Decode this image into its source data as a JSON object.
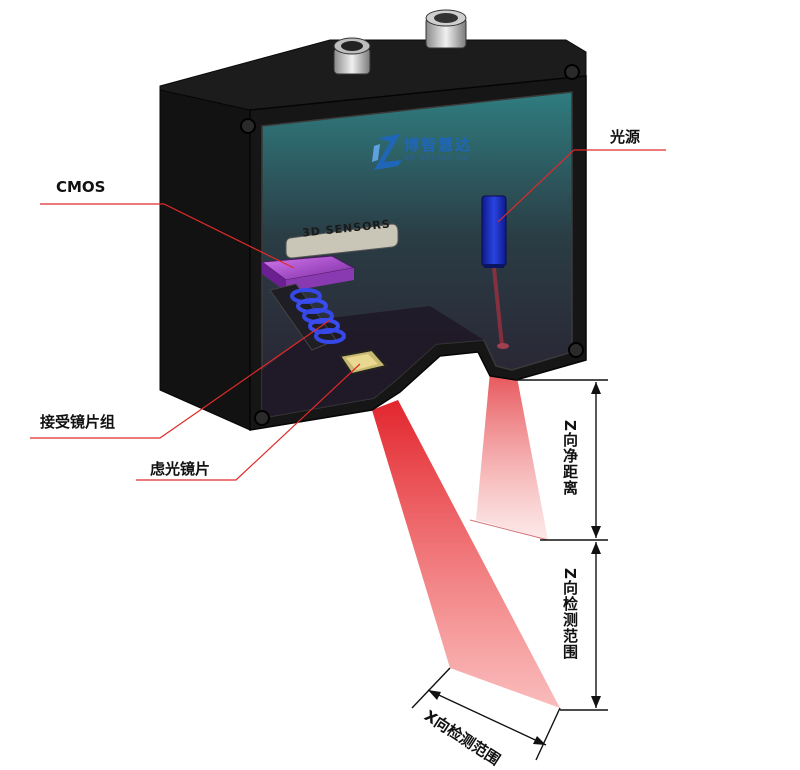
{
  "labels": {
    "cmos": "CMOS",
    "light_source": "光源",
    "receiving_lens_group": "接受镜片组",
    "filter_lens": "虑光镜片",
    "z_clear_distance": "Z向净距离",
    "z_detection_range": "Z向检测范围",
    "x_detection_range": "X向检测范围"
  },
  "device": {
    "brand_cn": "博智慧达",
    "brand_en": "BO ZHI HUI DA",
    "plate_text": "3D SENSORS"
  },
  "colors": {
    "housing": "#141414",
    "interior": "#2b4448",
    "laser": "#e2232a",
    "light_source": "#1a2fbf",
    "cmos": "#b04fd0",
    "leader_line": "#e02a2a",
    "brand": "#1f66b8"
  }
}
